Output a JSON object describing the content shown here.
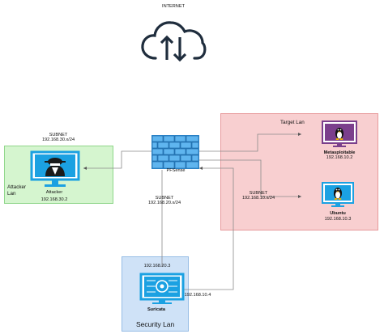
{
  "internet": {
    "label": "INTERNET"
  },
  "firewall": {
    "label": "PFSense"
  },
  "attacker_zone": {
    "title": "Attacker Lan",
    "subnet_label": "SUBNET",
    "subnet": "192.168.30.x/24",
    "host_name": "Attacker",
    "host_ip": "192.168.30.2"
  },
  "target_zone": {
    "title": "Target Lan",
    "subnet_label": "SUBNET",
    "subnet": "192.168.10.x/24",
    "hosts": [
      {
        "name": "Metasploitable",
        "ip": "192.168.10.2"
      },
      {
        "name": "Ubuntu",
        "ip": "192.168.10.3"
      }
    ]
  },
  "security_zone": {
    "title": "Security Lan",
    "subnet_label": "SUBNET",
    "subnet": "192.168.20.x/24",
    "host_name": "Suricata",
    "ip_top": "192.168.20.3",
    "ip_side": "192.168.10.4"
  },
  "colors": {
    "attacker_fill": "#d5f5cf",
    "target_fill": "#f8cfd0",
    "security_fill": "#cfe2f7",
    "device_blue": "#1ba1e2",
    "linux_purple": "#7b3f8c",
    "cloud_navy": "#1f2d3d"
  }
}
